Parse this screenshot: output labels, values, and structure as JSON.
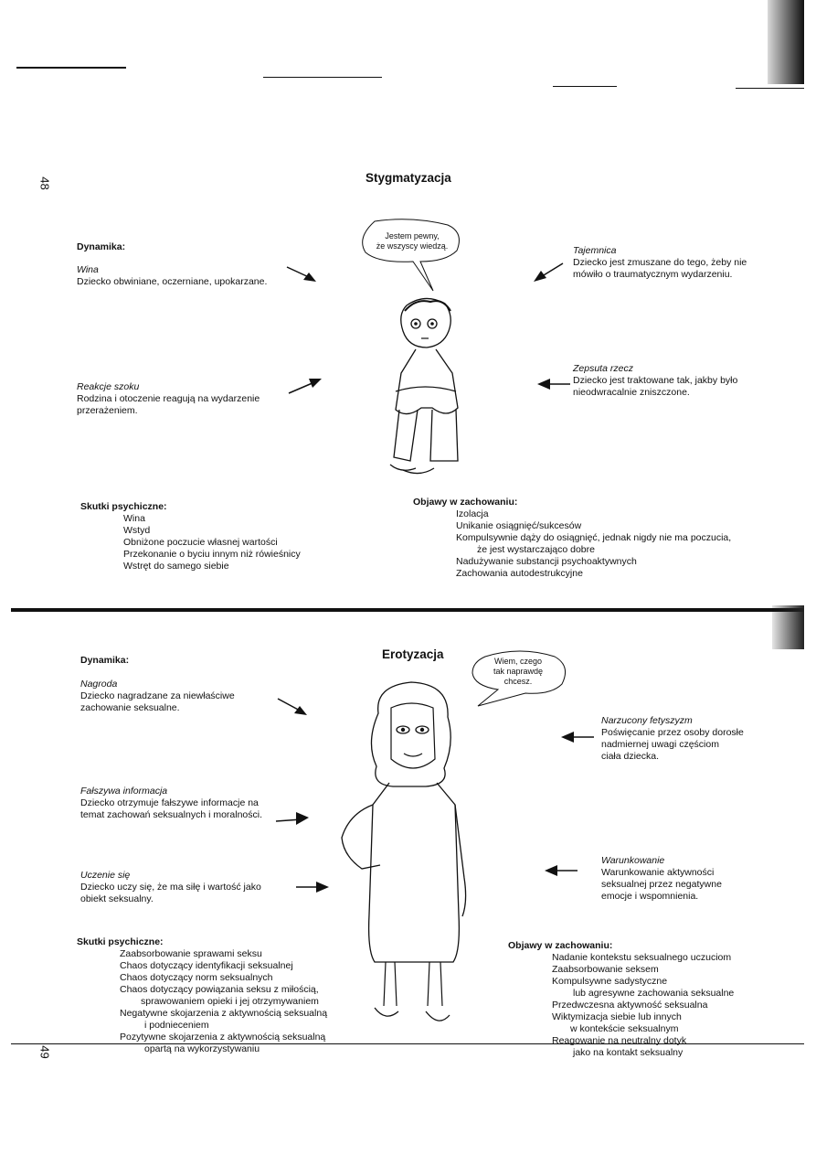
{
  "page_numbers": {
    "top": "48",
    "bottom": "49"
  },
  "stigmatization": {
    "title": "Stygmatyzacja",
    "bubble": [
      "Jestem pewny,",
      "że wszyscy wiedzą."
    ],
    "dynamics_heading": "Dynamika:",
    "left_items": [
      {
        "name": "Wina",
        "desc": [
          "Dziecko obwiniane, oczerniane, upokarzane."
        ]
      },
      {
        "name": "Reakcje szoku",
        "desc": [
          "Rodzina i otoczenie reagują na wydarzenie",
          "przerażeniem."
        ]
      }
    ],
    "right_items": [
      {
        "name": "Tajemnica",
        "desc": [
          "Dziecko jest zmuszane do tego, żeby nie",
          "mówiło o traumatycznym wydarzeniu."
        ]
      },
      {
        "name": "Zepsuta rzecz",
        "desc": [
          "Dziecko jest traktowane tak, jakby było",
          "nieodwracalnie zniszczone."
        ]
      }
    ],
    "effects_heading": "Skutki psychiczne:",
    "effects": [
      "Wina",
      "Wstyd",
      "Obniżone poczucie własnej wartości",
      "Przekonanie o byciu innym niż rówieśnicy",
      "Wstręt do samego siebie"
    ],
    "behavior_heading": "Objawy w zachowaniu:",
    "behavior": [
      "Izolacja",
      "Unikanie osiągnięć/sukcesów",
      "Kompulsywnie dąży do osiągnięć, jednak nigdy nie ma poczucia,",
      "że jest wystarczająco dobre",
      "Nadużywanie substancji psychoaktywnych",
      "Zachowania autodestrukcyjne"
    ]
  },
  "eroticization": {
    "title": "Erotyzacja",
    "bubble": [
      "Wiem, czego",
      "tak naprawdę",
      "chcesz."
    ],
    "dynamics_heading": "Dynamika:",
    "left_items": [
      {
        "name": "Nagroda",
        "desc": [
          "Dziecko nagradzane za niewłaściwe",
          "zachowanie seksualne."
        ]
      },
      {
        "name": "Fałszywa informacja",
        "desc": [
          "Dziecko otrzymuje fałszywe informacje na",
          "temat zachowań seksualnych i moralności."
        ]
      },
      {
        "name": "Uczenie się",
        "desc": [
          "Dziecko uczy się, że ma siłę i wartość jako",
          "obiekt seksualny."
        ]
      }
    ],
    "right_items": [
      {
        "name": "Narzucony fetyszyzm",
        "desc": [
          "Poświęcanie przez osoby dorosłe",
          "nadmiernej uwagi częściom",
          "ciała dziecka."
        ]
      },
      {
        "name": "Warunkowanie",
        "desc": [
          "Warunkowanie aktywności",
          "seksualnej przez negatywne",
          "emocje i wspomnienia."
        ]
      }
    ],
    "effects_heading": "Skutki psychiczne:",
    "effects": [
      "Zaabsorbowanie sprawami seksu",
      "Chaos dotyczący identyfikacji seksualnej",
      "Chaos dotyczący norm seksualnych",
      "Chaos dotyczący powiązania seksu z miłością,",
      "sprawowaniem opieki i jej otrzymywaniem",
      "Negatywne skojarzenia z aktywnością seksualną",
      "i podnieceniem",
      "Pozytywne skojarzenia z aktywnością seksualną",
      "opartą na wykorzystywaniu"
    ],
    "behavior_heading": "Objawy w zachowaniu:",
    "behavior": [
      "Nadanie kontekstu seksualnego uczuciom",
      "Zaabsorbowanie seksem",
      "Kompulsywne sadystyczne",
      "lub agresywne zachowania seksualne",
      "Przedwczesna aktywność seksualna",
      "Wiktymizacja siebie lub innych",
      "w kontekście seksualnym",
      "Reagowanie na neutralny dotyk",
      "jako na kontakt seksualny"
    ]
  }
}
